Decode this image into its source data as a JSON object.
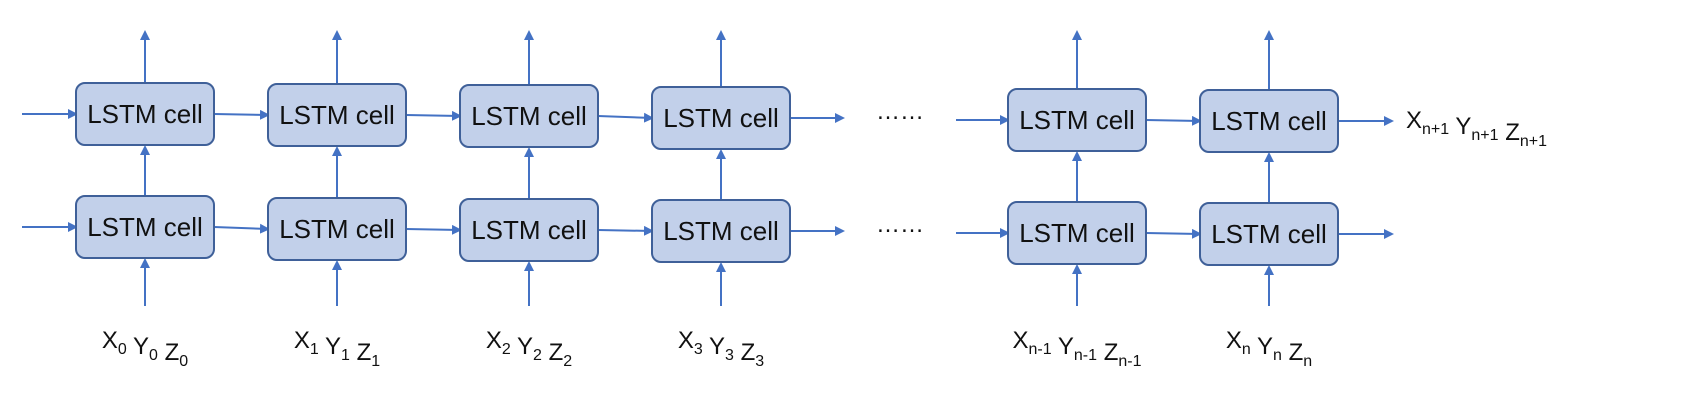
{
  "diagram": {
    "cell_label": "LSTM cell",
    "ellipsis": "……",
    "columns": [
      {
        "label": [
          [
            "X",
            "0"
          ],
          [
            "Y",
            "0"
          ],
          [
            "Z",
            "0"
          ]
        ]
      },
      {
        "label": [
          [
            "X",
            "1"
          ],
          [
            "Y",
            "1"
          ],
          [
            "Z",
            "1"
          ]
        ]
      },
      {
        "label": [
          [
            "X",
            "2"
          ],
          [
            "Y",
            "2"
          ],
          [
            "Z",
            "2"
          ]
        ]
      },
      {
        "label": [
          [
            "X",
            "3"
          ],
          [
            "Y",
            "3"
          ],
          [
            "Z",
            "3"
          ]
        ]
      },
      {
        "label": [
          [
            "X",
            "n-1"
          ],
          [
            "Y",
            "n-1"
          ],
          [
            "Z",
            "n-1"
          ]
        ]
      },
      {
        "label": [
          [
            "X",
            "n"
          ],
          [
            "Y",
            "n"
          ],
          [
            "Z",
            "n"
          ]
        ]
      }
    ],
    "output_label": [
      [
        "X",
        "n+1"
      ],
      [
        "Y",
        "n+1"
      ],
      [
        "Z",
        "n+1"
      ]
    ],
    "colors": {
      "cell_fill": "#c2d0ea",
      "cell_stroke": "#3f6099",
      "arrow": "#4472c4"
    }
  }
}
